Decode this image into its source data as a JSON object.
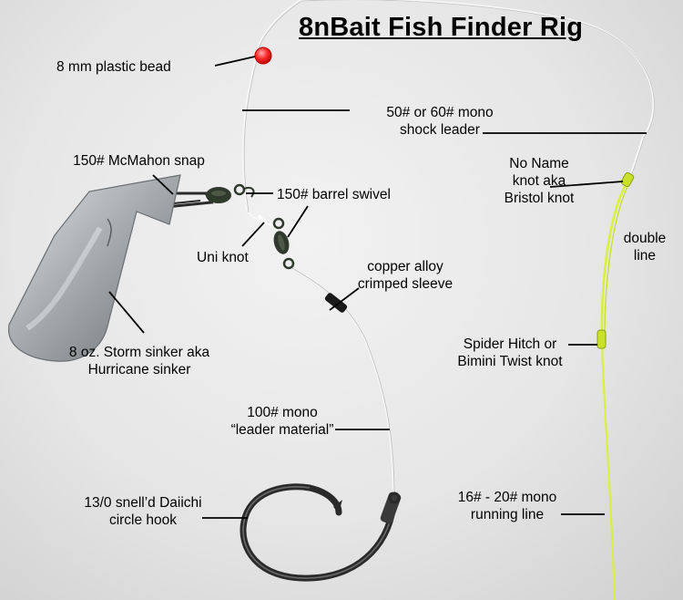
{
  "title": "8nBait Fish Finder Rig",
  "labels": {
    "bead": "8 mm plastic bead",
    "shock_leader": [
      "50# or 60# mono",
      "shock leader"
    ],
    "snap": "150# McMahon snap",
    "swivel": "150# barrel swivel",
    "bristol_knot": [
      "No Name",
      "knot aka",
      "Bristol knot"
    ],
    "uni_knot": "Uni knot",
    "double_line": [
      "double",
      "line"
    ],
    "sleeve": [
      "copper alloy",
      "crimped sleeve"
    ],
    "sinker": [
      "8 oz. Storm sinker aka",
      "Hurricane sinker"
    ],
    "bimini": [
      "Spider Hitch or",
      "Bimini Twist knot"
    ],
    "leader_material": [
      "100# mono",
      "“leader material”"
    ],
    "hook": [
      "13/0 snell’d Daiichi",
      "circle hook"
    ],
    "running_line": [
      "16# - 20# mono",
      "running line"
    ]
  },
  "colors": {
    "background": "#e6e6e6",
    "mono_line": "#f4f4f4",
    "running_line": "#d8f040",
    "bead": "#ff2a2a",
    "sinker": "#a9adb1",
    "hook": "#2a2a2a",
    "swivel": "#2f3a2c",
    "sleeve": "#1a1a1a"
  }
}
